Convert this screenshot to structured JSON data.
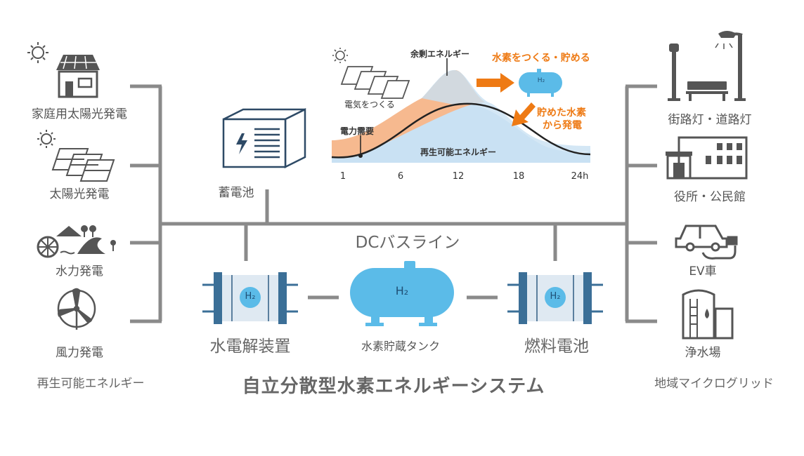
{
  "system_title": "自立分散型水素エネルギーシステム",
  "bus_label": "DCバスライン",
  "left_group": {
    "caption": "再生可能エネルギー",
    "items": [
      {
        "label": "家庭用太陽光発電",
        "icon": "house-solar-icon"
      },
      {
        "label": "太陽光発電",
        "icon": "solar-panel-icon"
      },
      {
        "label": "水力発電",
        "icon": "water-wheel-icon"
      },
      {
        "label": "風力発電",
        "icon": "wind-turbine-icon"
      }
    ]
  },
  "right_group": {
    "caption": "地域マイクログリッド",
    "items": [
      {
        "label": "街路灯・道路灯",
        "icon": "street-light-icon"
      },
      {
        "label": "役所・公民館",
        "icon": "public-building-icon"
      },
      {
        "label": "EV車",
        "icon": "ev-car-icon"
      },
      {
        "label": "浄水場",
        "icon": "water-plant-icon"
      }
    ]
  },
  "battery": {
    "label": "蓄電池"
  },
  "hydrogen_chain": {
    "electrolyzer": "水電解装置",
    "tank": "水素貯蔵タンク",
    "fuel_cell": "燃料電池",
    "h2": "H₂"
  },
  "inset_chart": {
    "surplus_label": "余剰エネルギー",
    "make_electricity": "電気をつくる",
    "demand_label": "電力需要",
    "renewable_label": "再生可能エネルギー",
    "store_h2": "水素をつくる・貯める",
    "gen_from_h2_line1": "貯めた水素",
    "gen_from_h2_line2": "から発電",
    "h2_small": "H₂",
    "ticks": [
      "1",
      "6",
      "12",
      "18",
      "24h"
    ]
  },
  "colors": {
    "line_gray": "#8a8a8a",
    "icon_dark": "#555555",
    "h2_blue": "#5bbbe8",
    "orange": "#ee7a14",
    "surplus_fill": "#f6b98f",
    "renewable_fill": "#c9e1f3"
  }
}
